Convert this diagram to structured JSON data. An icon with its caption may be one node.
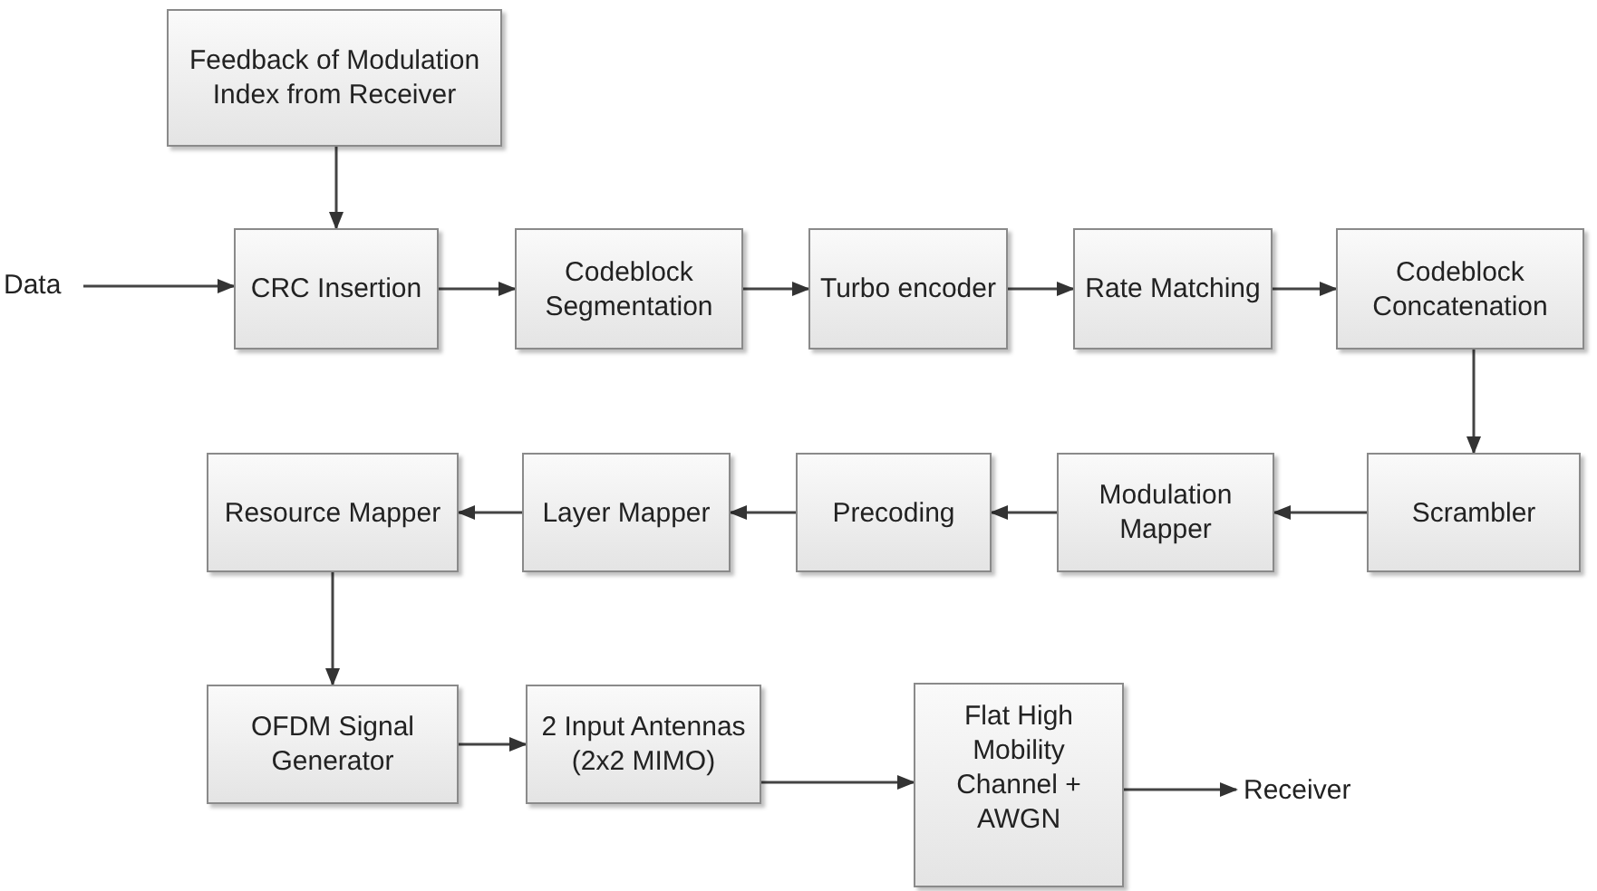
{
  "diagram": {
    "nodes": [
      {
        "text": [
          "Feedback of Modulation Index from Receiver"
        ]
      },
      {
        "text": [
          "Data"
        ]
      },
      {
        "text": [
          "CRC Insertion"
        ]
      },
      {
        "text": [
          "Codeblock Segmentation"
        ]
      },
      {
        "text": [
          "Turbo encoder"
        ]
      },
      {
        "text": [
          "Rate Matching"
        ]
      },
      {
        "text": [
          "Codeblock Concatenation"
        ]
      },
      {
        "text": [
          "Scrambler"
        ]
      },
      {
        "text": [
          "Modulation Mapper"
        ]
      },
      {
        "text": [
          "Precoding"
        ]
      },
      {
        "text": [
          "Layer Mapper"
        ]
      },
      {
        "text": [
          "Resource Mapper"
        ]
      },
      {
        "text": [
          "OFDM Signal Generator"
        ]
      },
      {
        "text": [
          "2 Input Antennas (2x2 MIMO)"
        ]
      },
      {
        "text": [
          "Flat High Mobility Channel + AWGN"
        ]
      },
      {
        "text": [
          "Receiver"
        ]
      }
    ],
    "edges": [
      {
        "from": 0,
        "to": 2,
        "arrow": "to"
      },
      {
        "from": 1,
        "to": 2,
        "arrow": "to"
      },
      {
        "from": 2,
        "to": 3,
        "arrow": "to"
      },
      {
        "from": 3,
        "to": 4,
        "arrow": "to"
      },
      {
        "from": 4,
        "to": 5,
        "arrow": "to"
      },
      {
        "from": 5,
        "to": 6,
        "arrow": "to"
      },
      {
        "from": 6,
        "to": 7,
        "arrow": "to"
      },
      {
        "from": 7,
        "to": 8,
        "arrow": "to"
      },
      {
        "from": 8,
        "to": 9,
        "arrow": "to"
      },
      {
        "from": 9,
        "to": 10,
        "arrow": "to"
      },
      {
        "from": 10,
        "to": 11,
        "arrow": "to"
      },
      {
        "from": 11,
        "to": 12,
        "arrow": "to"
      },
      {
        "from": 12,
        "to": 13,
        "arrow": "to"
      },
      {
        "from": 13,
        "to": 14,
        "arrow": "to"
      },
      {
        "from": 14,
        "to": 15,
        "arrow": "to"
      }
    ]
  }
}
